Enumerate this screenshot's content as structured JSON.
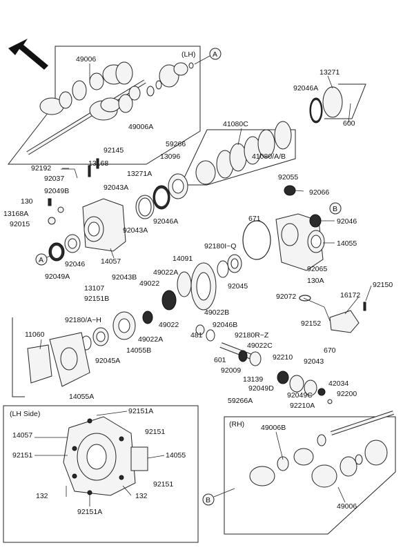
{
  "labels": {
    "p49006_top": "49006",
    "lh_tag": "(LH)",
    "callout_a_top": "A",
    "p13271": "13271",
    "p92046a_tr": "92046A",
    "p600": "600",
    "p41080c": "41080C",
    "p49006a": "49006A",
    "p59266": "59266",
    "p41080ab": "41080/A/B",
    "p92145": "92145",
    "p92192": "92192",
    "p13168": "13168",
    "p92037": "92037",
    "p13271a": "13271A",
    "p13096": "13096",
    "p92049b": "92049B",
    "p92043a_1": "92043A",
    "p130": "130",
    "p13168a": "13168A",
    "p92015": "92015",
    "p92046a_m": "92046A",
    "p92043a_2": "92043A",
    "p92055": "92055",
    "p92066": "92066",
    "callout_b_right": "B",
    "p92046_r": "92046",
    "p671": "671",
    "p14055_r": "14055",
    "callout_a_left": "A",
    "p92046_l": "92046",
    "p92049a": "92049A",
    "p14057_m": "14057",
    "p14091": "14091",
    "p92180iq": "92180I~Q",
    "p92065": "92065",
    "p130a": "130A",
    "p92043b": "92043B",
    "p49022a_1": "49022A",
    "p13107": "13107",
    "p49022_1": "49022",
    "p92045": "92045",
    "p92151b": "92151B",
    "p49022b": "49022B",
    "p92072": "92072",
    "p92150": "92150",
    "p16172": "16172",
    "p92180ah": "92180/A~H",
    "p49022_2": "49022",
    "p92046b": "92046B",
    "p481": "481",
    "p92180rz": "92180R~Z",
    "p49022a_2": "49022A",
    "p92152": "92152",
    "p11060": "11060",
    "p14055b": "14055B",
    "p49022c": "49022C",
    "p670": "670",
    "p92045a": "92045A",
    "p601": "601",
    "p92210": "92210",
    "p92043_r": "92043",
    "p92009": "92009",
    "p14055a": "14055A",
    "p13139": "13139",
    "p42034": "42034",
    "p92049d": "92049D",
    "p92049c": "92049C",
    "p92200": "92200",
    "p59266a": "59266A",
    "p92210a": "92210A",
    "lh_side_title": "(LH Side)",
    "i92151a_top": "92151A",
    "i14057": "14057",
    "i92151_tr": "92151",
    "i92151_l": "92151",
    "i14055": "14055",
    "i92151_br": "92151",
    "i132_l": "132",
    "i132_r": "132",
    "i92151a_bot": "92151A",
    "rh_tag": "(RH)",
    "p49006b": "49006B",
    "callout_b_bottom": "B",
    "p49006_bot": "49006"
  }
}
